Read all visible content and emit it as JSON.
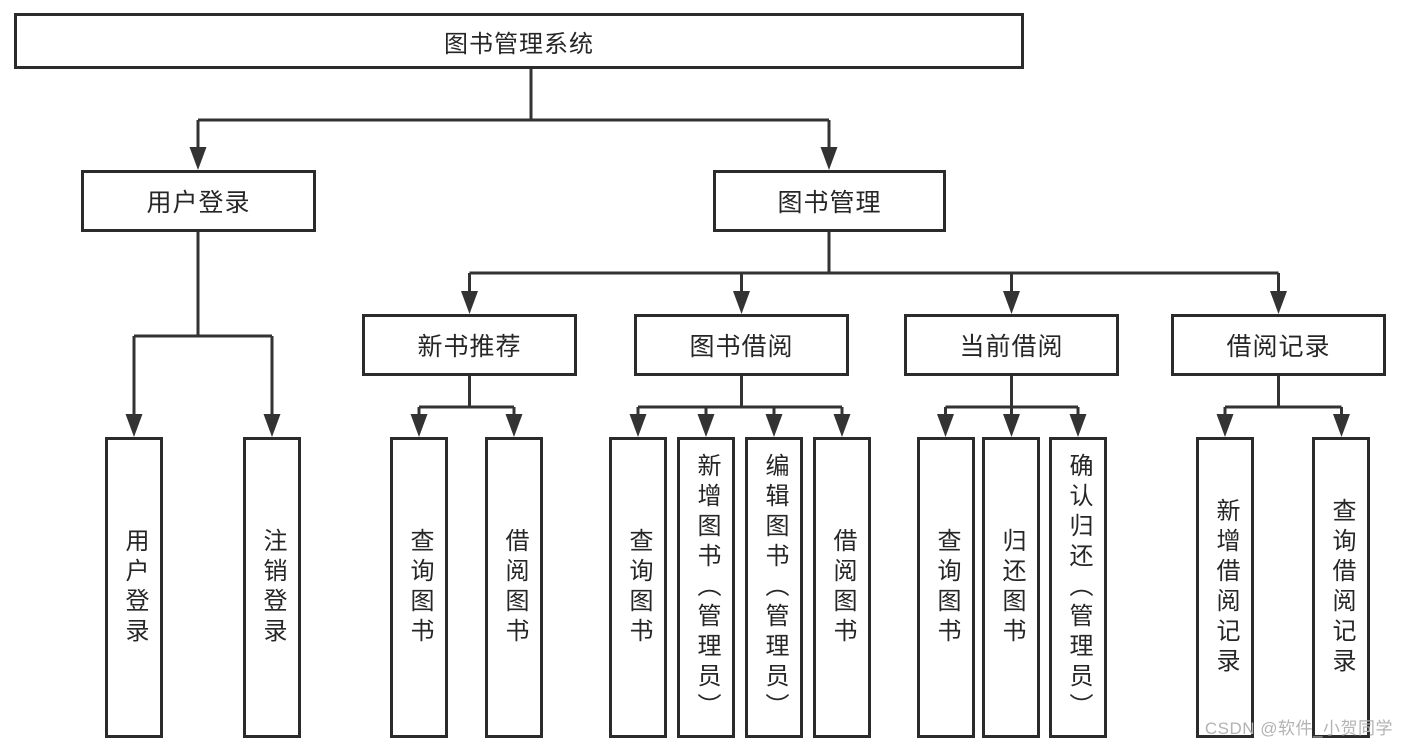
{
  "colors": {
    "line": "#333333",
    "box_border": "#2b2b2b",
    "text": "#262626",
    "watermark": "#b3b3b3",
    "background": "#ffffff"
  },
  "watermark": "CSDN @软件_小贺同学",
  "tree": {
    "root": {
      "label": "图书管理系统"
    },
    "branches": [
      {
        "label": "用户登录",
        "leaves": [
          {
            "label": "用户登录"
          },
          {
            "label": "注销登录"
          }
        ]
      },
      {
        "label": "图书管理",
        "groups": [
          {
            "label": "新书推荐",
            "leaves": [
              {
                "label": "查询图书"
              },
              {
                "label": "借阅图书"
              }
            ]
          },
          {
            "label": "图书借阅",
            "leaves": [
              {
                "label": "查询图书"
              },
              {
                "label": "新增图书（管理员）"
              },
              {
                "label": "编辑图书（管理员）"
              },
              {
                "label": "借阅图书"
              }
            ]
          },
          {
            "label": "当前借阅",
            "leaves": [
              {
                "label": "查询图书"
              },
              {
                "label": "归还图书"
              },
              {
                "label": "确认归还（管理员）"
              }
            ]
          },
          {
            "label": "借阅记录",
            "leaves": [
              {
                "label": "新增借阅记录"
              },
              {
                "label": "查询借阅记录"
              }
            ]
          }
        ]
      }
    ]
  }
}
